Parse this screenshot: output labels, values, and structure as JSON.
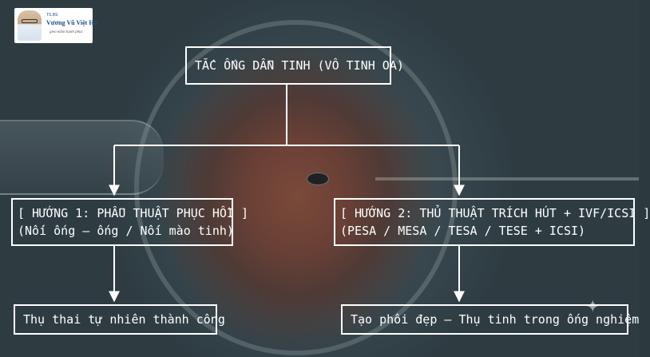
{
  "logo": {
    "prefix": "TS.BS",
    "name": "Vương Vũ Việt Hà",
    "tagline": "gieo mầm hạnh phúc"
  },
  "diagram": {
    "root": "TẮC ỐNG DẪN TINH (VÔ TINH OA)",
    "branch_1": {
      "title": "[ HƯỚNG 1: PHẪU THUẬT PHỤC HỒI ]",
      "detail": "(Nối ống – ống / Nối mào tinh)",
      "result": "Thụ thai tự nhiên thành công"
    },
    "branch_2": {
      "title": "[ HƯỚNG 2: THỦ THUẬT TRÍCH HÚT + IVF/ICSI ]",
      "detail": "(PESA / MESA / TESA / TESE + ICSI)",
      "result": "Tạo phôi đẹp – Thụ tinh trong ống nghiệm"
    }
  },
  "colors": {
    "line": "#ffffff",
    "text": "#ffffff"
  }
}
